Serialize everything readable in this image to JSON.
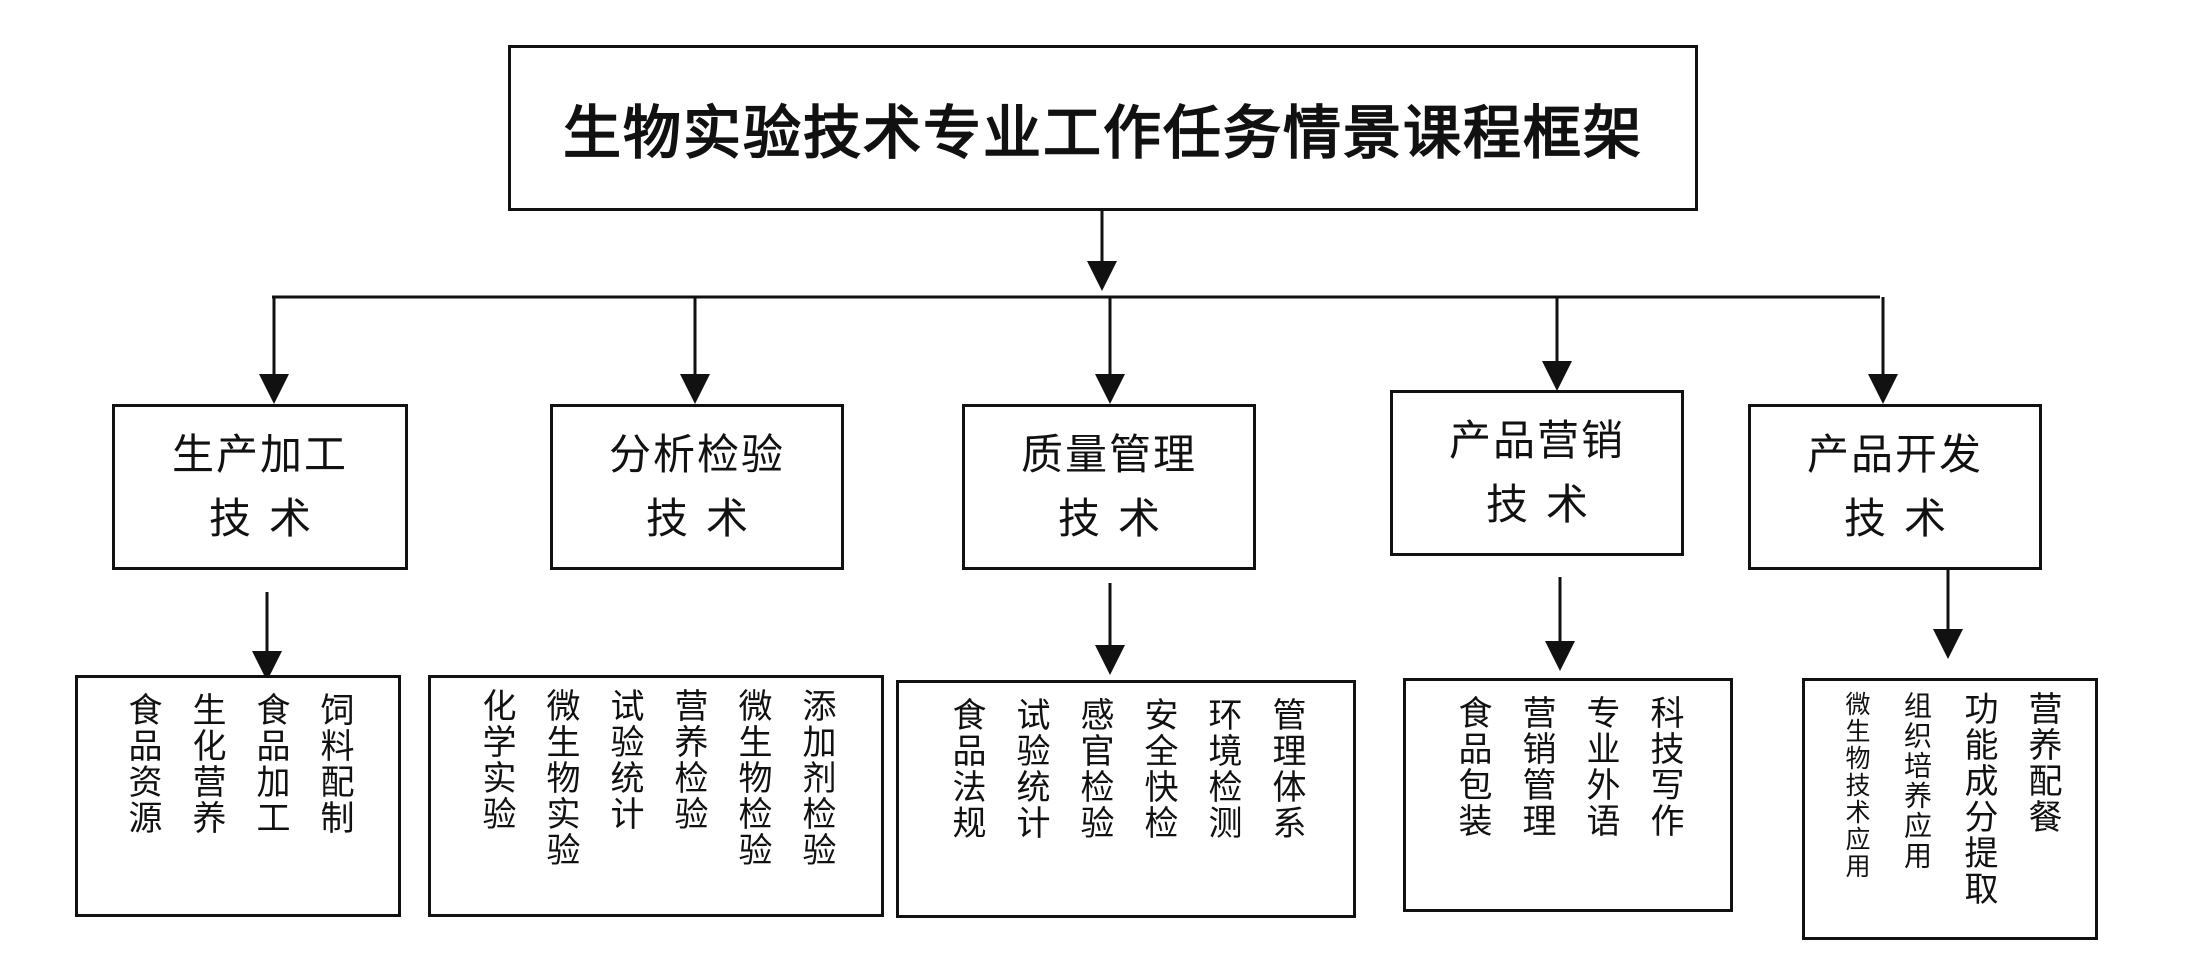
{
  "title": "生物实验技术专业工作任务情景课程框架",
  "categories": [
    {
      "line1": "生产加工",
      "line2": "技术",
      "courses": [
        "饲料配制",
        "食品加工",
        "生化营养",
        "食品资源"
      ]
    },
    {
      "line1": "分析检验",
      "line2": "技术",
      "courses": [
        "添加剂检验",
        "微生物检验",
        "营养检验",
        "试验统计",
        "微生物实验",
        "化学实验"
      ]
    },
    {
      "line1": "质量管理",
      "line2": "技术",
      "courses": [
        "管理体系",
        "环境检测",
        "安全快检",
        "感官检验",
        "试验统计",
        "食品法规"
      ]
    },
    {
      "line1": "产品营销",
      "line2": "技术",
      "courses": [
        "科技写作",
        "专业外语",
        "营销管理",
        "食品包装"
      ]
    },
    {
      "line1": "产品开发",
      "line2": "技术",
      "courses": [
        "营养配餐",
        "功能成分提取",
        "组织培养应用",
        "微生物技术应用"
      ]
    }
  ]
}
